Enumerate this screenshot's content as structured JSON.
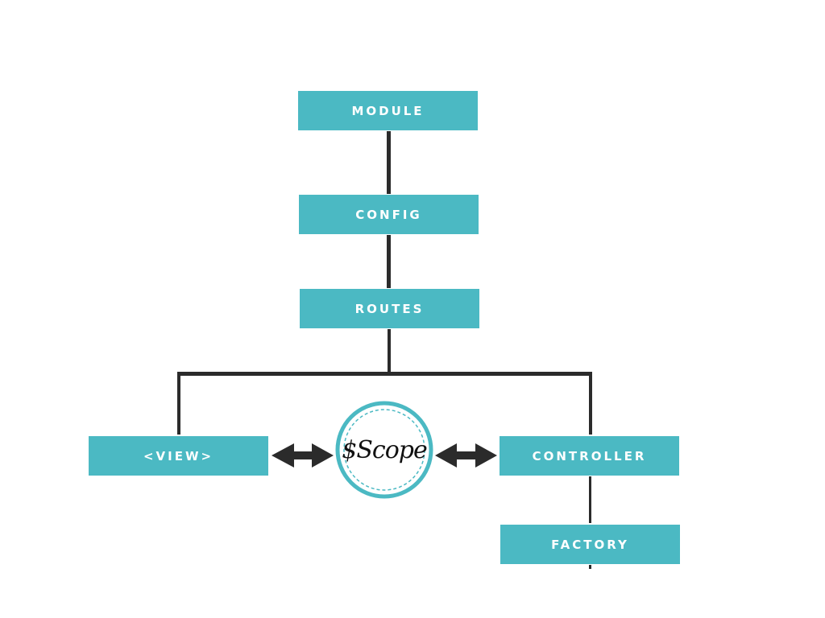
{
  "diagram": {
    "nodes": {
      "module": "MODULE",
      "config": "CONFIG",
      "routes": "ROUTES",
      "view": "<VIEW>",
      "controller": "CONTROLLER",
      "factory": "FACTORY",
      "scope": "$Scope"
    },
    "colors": {
      "box": "#4bb9c3",
      "box_text": "#ffffff",
      "connector": "#2b2b2b",
      "scope_ring": "#4bb9c3"
    }
  }
}
